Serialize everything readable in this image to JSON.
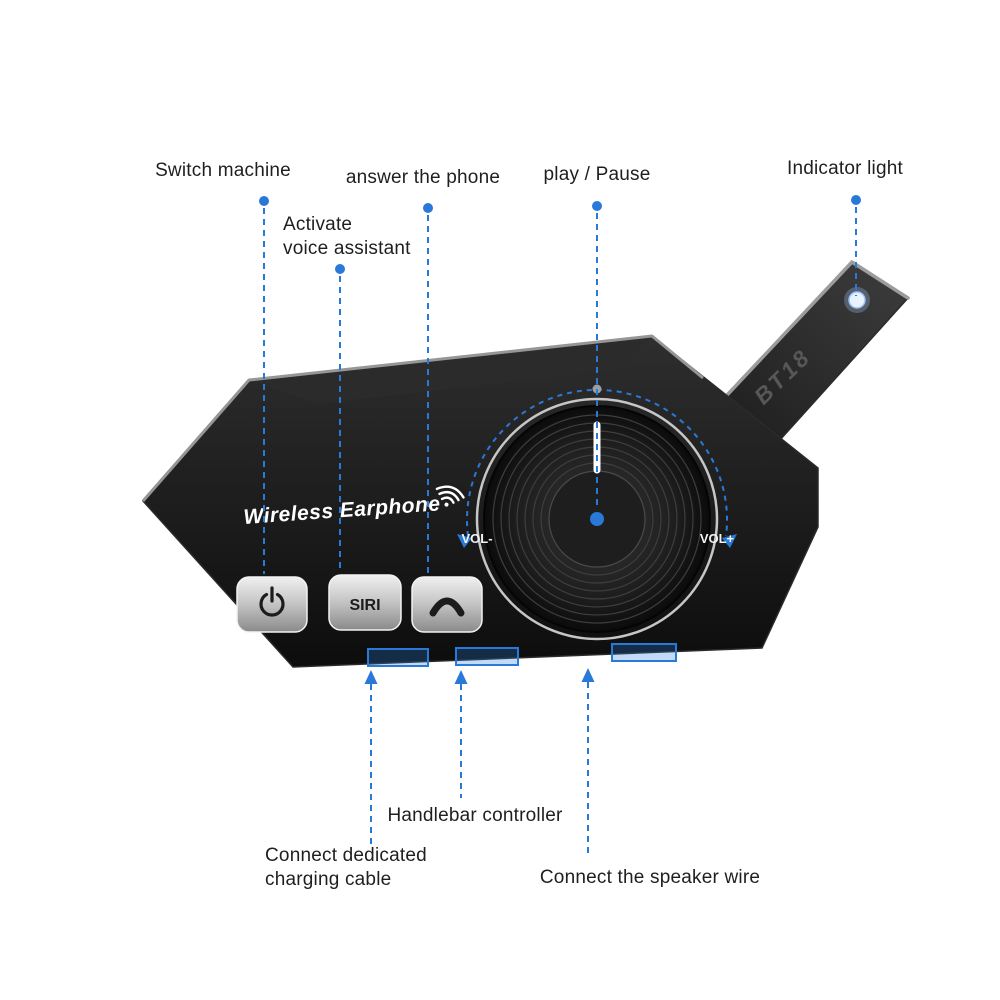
{
  "device": {
    "brand": "Wireless Earphone",
    "model": "BT18",
    "vol_minus": "VOL-",
    "vol_plus": "VOL+",
    "siri": "SIRI"
  },
  "callouts": {
    "switch_machine": "Switch machine",
    "activate_voice": "Activate\nvoice assistant",
    "answer_phone": "answer the phone",
    "play_pause": "play / Pause",
    "indicator_light": "Indicator light",
    "handlebar_controller": "Handlebar controller",
    "charging_cable": "Connect dedicated\ncharging cable",
    "speaker_wire": "Connect the speaker wire"
  },
  "colors": {
    "accent_blue": "#2979d9",
    "label_text": "#1f1f1f"
  }
}
